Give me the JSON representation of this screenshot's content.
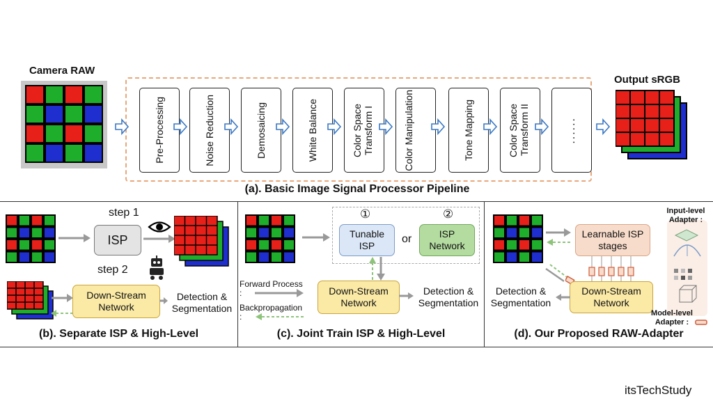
{
  "top": {
    "camera_raw": "Camera RAW",
    "output_srgb": "Output sRGB",
    "stages": [
      "Pre-Processing",
      "Noise Reduction",
      "Demosaicing",
      "White Balance",
      "Color Space Transform I",
      "Color Manipulation",
      "Tone Mapping",
      "Color Space Transform II",
      "......"
    ],
    "caption": "(a). Basic Image Signal Processor Pipeline"
  },
  "panel_b": {
    "step1": "step 1",
    "step2": "step 2",
    "isp": "ISP",
    "downstream": "Down-Stream Network",
    "result": "Detection & Segmentation",
    "caption": "(b). Separate ISP & High-Level"
  },
  "panel_c": {
    "num1": "①",
    "num2": "②",
    "tunable_isp": "Tunable ISP",
    "or": "or",
    "isp_network": "ISP Network",
    "forward": "Forward Process",
    "colon1": ":",
    "backprop": "Backpropagation",
    "colon2": ":",
    "downstream": "Down-Stream Network",
    "result": "Detection & Segmentation",
    "caption": "(c). Joint Train ISP & High-Level"
  },
  "panel_d": {
    "learnable": "Learnable ISP stages",
    "input_adapter": "Input-level Adapter :",
    "model_adapter": "Model-level Adapter :",
    "downstream": "Down-Stream Network",
    "result": "Detection & Segmentation",
    "caption": "(d). Our Proposed RAW-Adapter"
  },
  "watermark": "itsTechStudy",
  "colors": {
    "red": "#e8201a",
    "green": "#1fae2b",
    "blue": "#1f2fcf",
    "orange_dash": "#e8a77a",
    "arrow_blue": "#3a78c4",
    "yellow_box": "#fbeaa6",
    "blue_box": "#dbe7f7",
    "green_box": "#b4dca0",
    "peach_box": "#f8dccb"
  }
}
